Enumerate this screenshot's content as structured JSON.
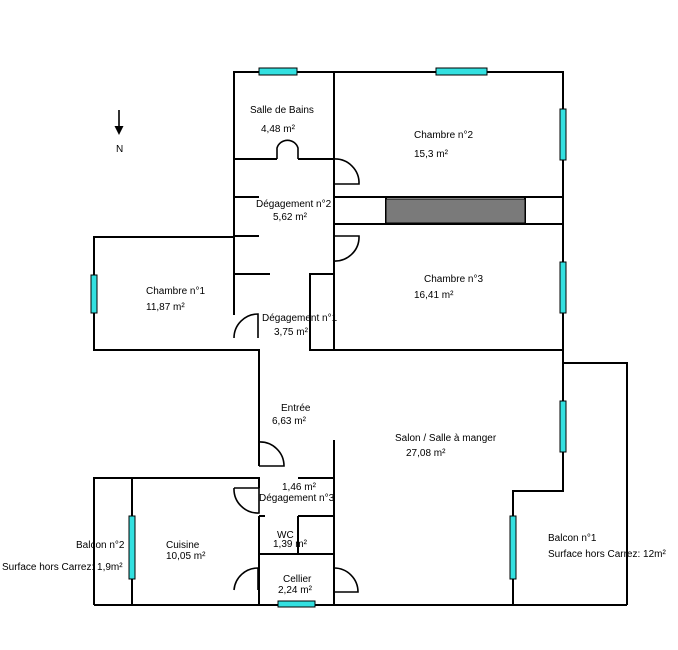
{
  "compass": {
    "label": "N"
  },
  "colors": {
    "window": "#33e0e0",
    "chimney": "#7a7a7a",
    "wall": "#000000"
  },
  "rooms": [
    {
      "id": "sdb",
      "name": "Salle de Bains",
      "area": "4,48  m²"
    },
    {
      "id": "ch2",
      "name": "Chambre n°2",
      "area": "15,3  m²"
    },
    {
      "id": "deg2",
      "name": "Dégagement n°2",
      "area": "5,62  m²"
    },
    {
      "id": "ch3",
      "name": "Chambre n°3",
      "area": "16,41  m²"
    },
    {
      "id": "ch1",
      "name": "Chambre n°1",
      "area": "11,87  m²"
    },
    {
      "id": "deg1",
      "name": "Dégagement n°1",
      "area": "3,75  m²"
    },
    {
      "id": "entree",
      "name": "Entrée",
      "area": "6,63  m²"
    },
    {
      "id": "salon",
      "name": "Salon / Salle à manger",
      "area": "27,08  m²"
    },
    {
      "id": "deg3",
      "name": "Dégagement n°3",
      "area": "1,46  m²"
    },
    {
      "id": "wc",
      "name": "WC",
      "area": "1,39  m²"
    },
    {
      "id": "cellier",
      "name": "Cellier",
      "area": "2,24  m²"
    },
    {
      "id": "cuisine",
      "name": "Cuisine",
      "area": "10,05  m²"
    },
    {
      "id": "balcon2",
      "name": "Balcon n°2",
      "area": "Surface hors Carrez: 1,9m²"
    },
    {
      "id": "balcon1",
      "name": "Balcon n°1",
      "area": "Surface hors Carrez: 12m²"
    }
  ]
}
